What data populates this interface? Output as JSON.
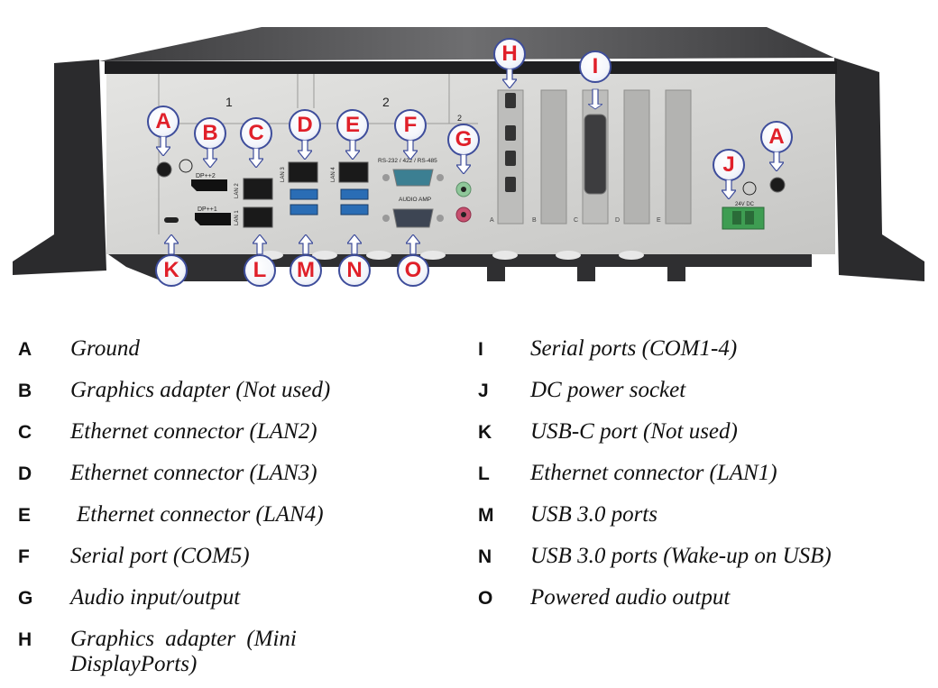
{
  "figure": {
    "panel_labels": {
      "slot1": "1",
      "slot2": "2",
      "slot2_small": "2",
      "dp2": "DP++2",
      "dp1": "DP++1",
      "lan1": "LAN 1",
      "lan2": "LAN 2",
      "lan3": "LAN 3",
      "lan4": "LAN 4",
      "serial": "RS-232 / 422 / RS-485",
      "audio_amp": "AUDIO AMP",
      "dc": "24V DC",
      "slot_a": "A",
      "slot_b": "B",
      "slot_c": "C",
      "slot_d": "D",
      "slot_e": "E"
    },
    "callouts": {
      "a_left": "A",
      "b": "B",
      "c": "C",
      "d": "D",
      "e": "E",
      "f": "F",
      "g": "G",
      "h": "H",
      "i": "I",
      "j": "J",
      "a_right": "A",
      "k": "K",
      "l": "L",
      "m": "M",
      "n": "N",
      "o": "O"
    },
    "colors": {
      "callout_letter": "#e0202a",
      "callout_border": "#3e4d9b",
      "chassis": "#2b2b2d",
      "panel": "#d4d4d2",
      "usb3": "#2a6db5",
      "db9_serial": "#3c7f92",
      "power_connector": "#3e9d52",
      "audio_green": "#8fc79a",
      "audio_pink": "#c7506f"
    }
  },
  "legend": {
    "left": [
      {
        "letter": "A",
        "desc": "Ground"
      },
      {
        "letter": "B",
        "desc": "Graphics adapter (Not used)"
      },
      {
        "letter": "C",
        "desc": "Ethernet connector (LAN2)"
      },
      {
        "letter": "D",
        "desc": "Ethernet connector (LAN3)"
      },
      {
        "letter": "E",
        "desc": "Ethernet connector (LAN4)"
      },
      {
        "letter": "F",
        "desc": "Serial port (COM5)"
      },
      {
        "letter": "G",
        "desc": "Audio input/output"
      },
      {
        "letter": "H",
        "desc": "Graphics adapter (Mini DisplayPorts)"
      }
    ],
    "right": [
      {
        "letter": "I",
        "desc": "Serial ports (COM1-4)"
      },
      {
        "letter": "J",
        "desc": "DC power socket"
      },
      {
        "letter": "K",
        "desc": "USB-C port (Not used)"
      },
      {
        "letter": "L",
        "desc": "Ethernet connector (LAN1)"
      },
      {
        "letter": "M",
        "desc": "USB 3.0 ports"
      },
      {
        "letter": "N",
        "desc": "USB 3.0 ports (Wake-up on USB)"
      },
      {
        "letter": "O",
        "desc": "Powered audio output"
      }
    ]
  }
}
